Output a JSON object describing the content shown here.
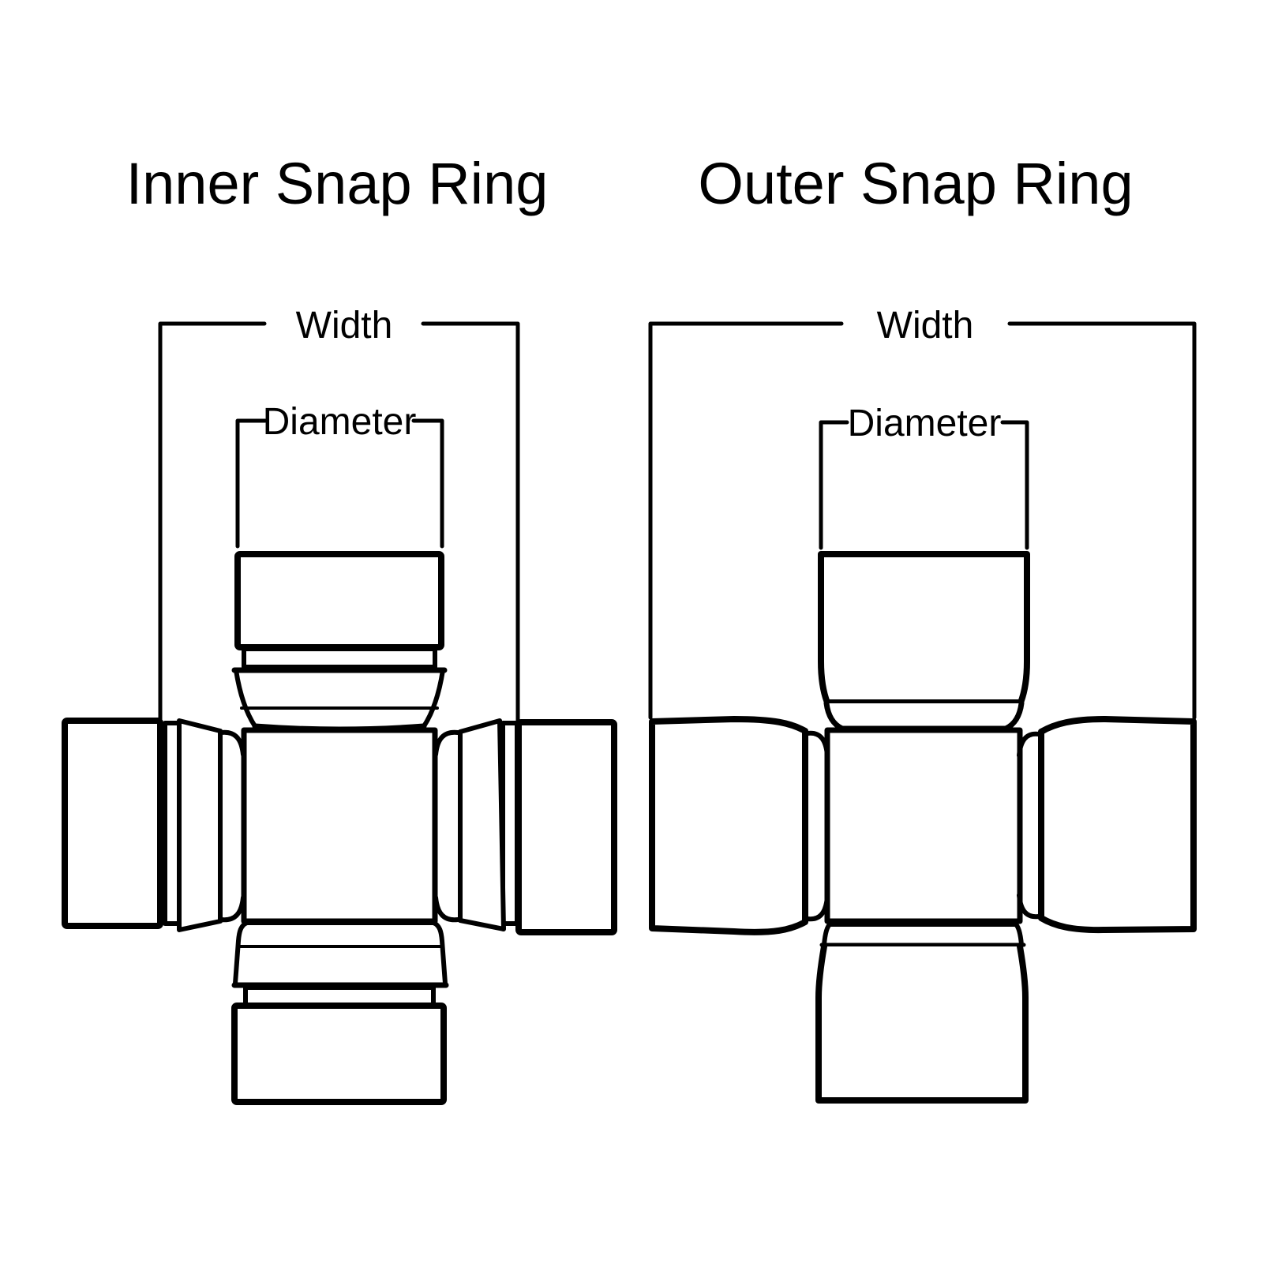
{
  "canvas": {
    "background_color": "#ffffff",
    "line_color": "#000000"
  },
  "diagrams": [
    {
      "id": "inner-snap-ring",
      "title": "Inner Snap Ring",
      "width_label": "Width",
      "diameter_label": "Diameter"
    },
    {
      "id": "outer-snap-ring",
      "title": "Outer Snap Ring",
      "width_label": "Width",
      "diameter_label": "Diameter"
    }
  ]
}
